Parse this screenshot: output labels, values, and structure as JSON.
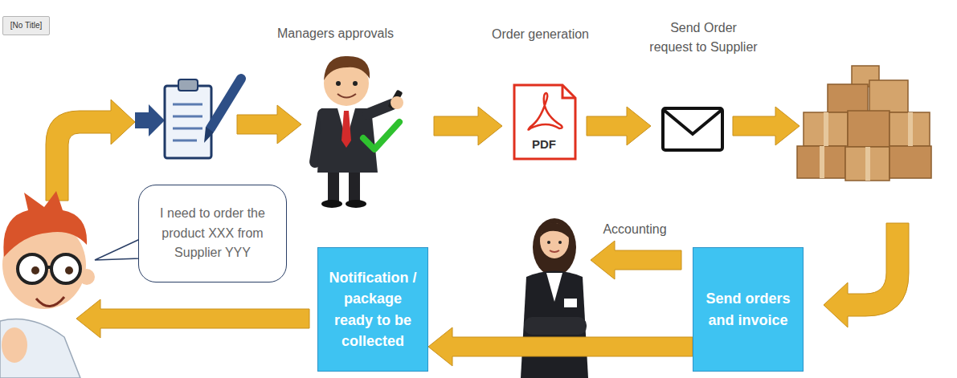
{
  "diagram": {
    "nodes": [
      {
        "text": [
          "[No Title]"
        ]
      },
      {
        "text": [
          "I need to order the product XXX from Supplier YYY"
        ]
      },
      {
        "text": [
          "Notification / package ready to be collected"
        ]
      },
      {
        "text": [
          "Send orders and invoice"
        ]
      }
    ],
    "edges": [
      {
        "from": 3,
        "to": 2,
        "arrow": "to"
      }
    ],
    "labels": [
      "Managers approvals",
      "Order generation",
      "Send Order request to Supplier",
      "PDF",
      "Accounting"
    ]
  }
}
